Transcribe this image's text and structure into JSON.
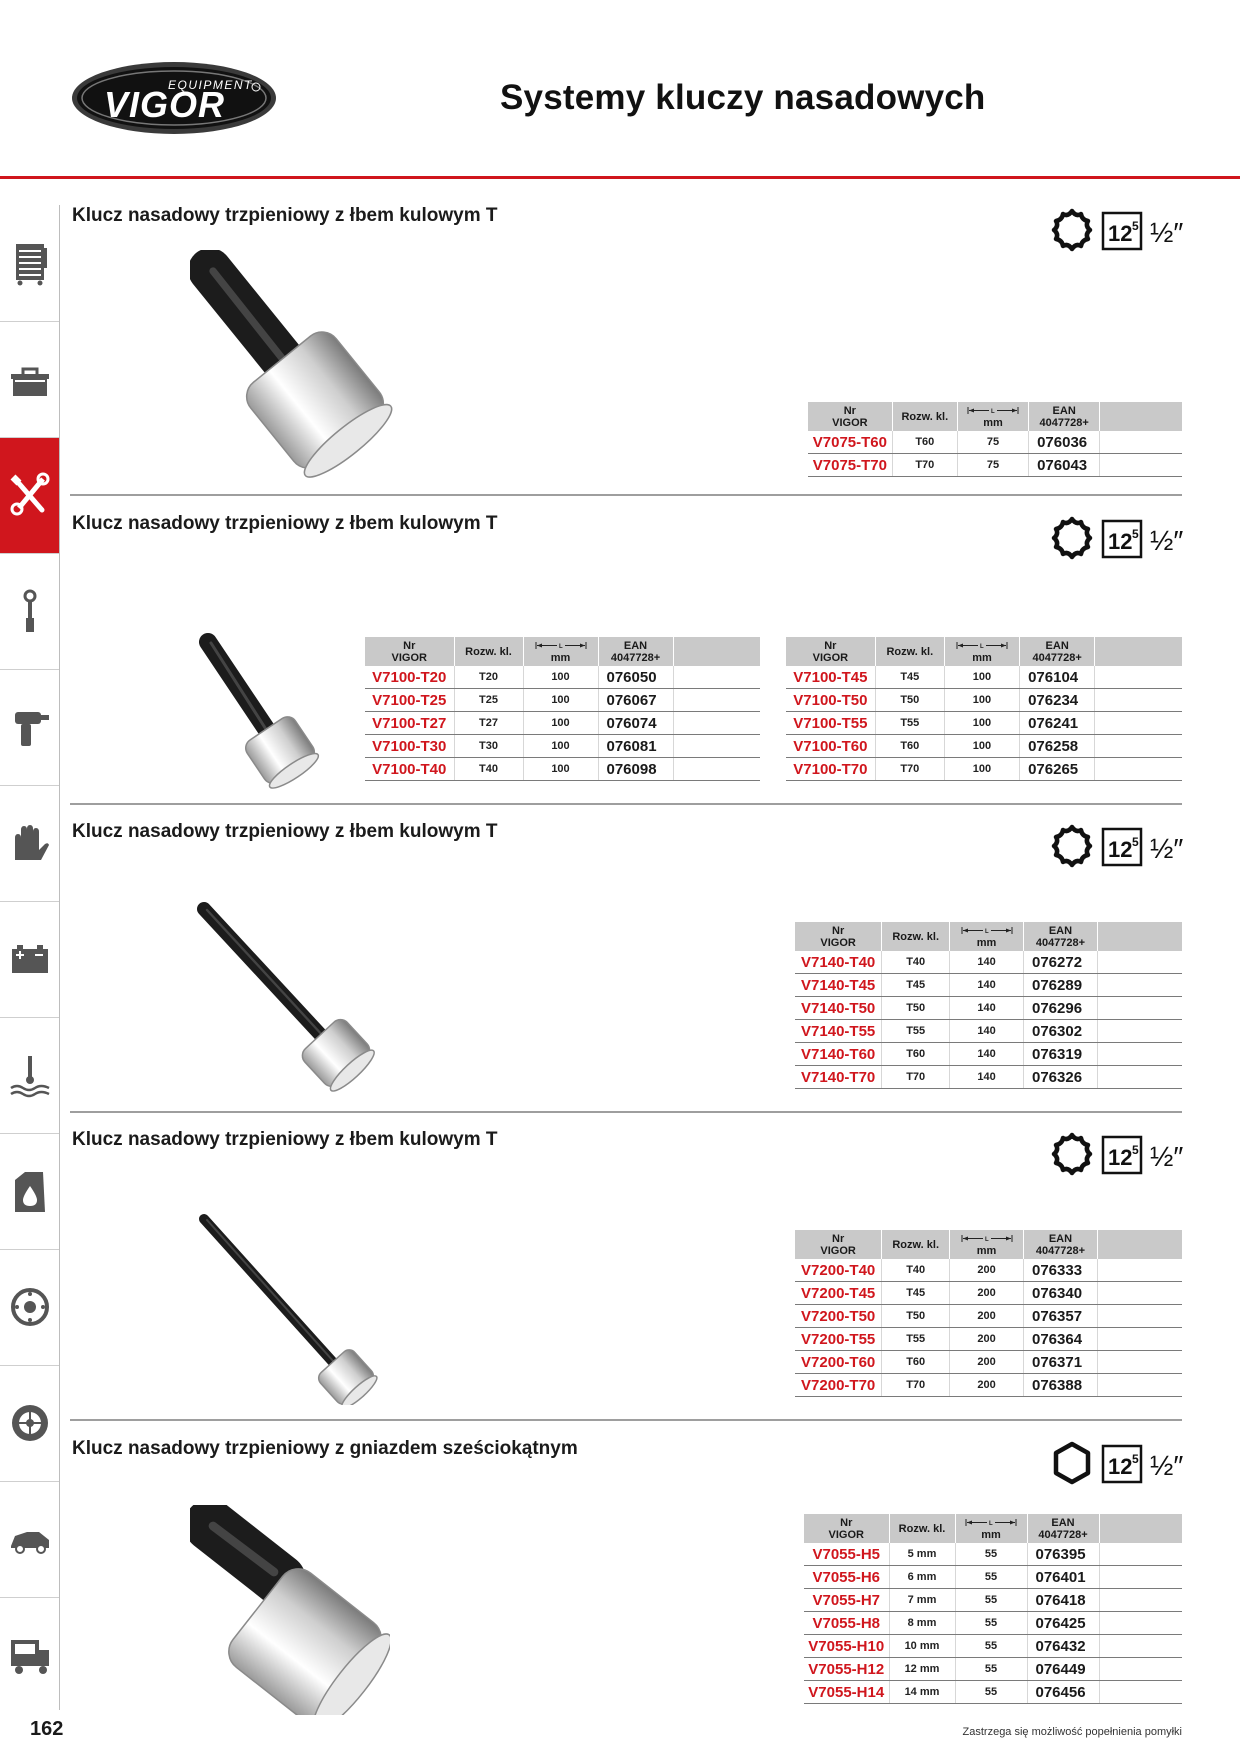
{
  "header": {
    "logo_brand": "VIGOR",
    "logo_sub": "EQUIPMENT",
    "title": "Systemy kluczy nasadowych"
  },
  "table_headers": {
    "nr": "Nr",
    "vigor": "VIGOR",
    "rozw": "Rozw. kl.",
    "mm": "mm",
    "ean": "EAN",
    "ean_prefix": "4047728+"
  },
  "spec": {
    "drive_mm": "12",
    "drive_sup": "5",
    "drive_inch": "½″"
  },
  "sections": [
    {
      "title": "Klucz nasadowy trzpieniowy z łbem kulowym T",
      "head_shape": "torx",
      "tables": [
        {
          "rows": [
            {
              "nr": "V7075-T60",
              "size": "T60",
              "mm": "75",
              "ean": "076036"
            },
            {
              "nr": "V7075-T70",
              "size": "T70",
              "mm": "75",
              "ean": "076043"
            }
          ]
        }
      ]
    },
    {
      "title": "Klucz nasadowy trzpieniowy z łbem kulowym T",
      "head_shape": "torx",
      "tables": [
        {
          "rows": [
            {
              "nr": "V7100-T20",
              "size": "T20",
              "mm": "100",
              "ean": "076050"
            },
            {
              "nr": "V7100-T25",
              "size": "T25",
              "mm": "100",
              "ean": "076067"
            },
            {
              "nr": "V7100-T27",
              "size": "T27",
              "mm": "100",
              "ean": "076074"
            },
            {
              "nr": "V7100-T30",
              "size": "T30",
              "mm": "100",
              "ean": "076081"
            },
            {
              "nr": "V7100-T40",
              "size": "T40",
              "mm": "100",
              "ean": "076098"
            }
          ]
        },
        {
          "rows": [
            {
              "nr": "V7100-T45",
              "size": "T45",
              "mm": "100",
              "ean": "076104"
            },
            {
              "nr": "V7100-T50",
              "size": "T50",
              "mm": "100",
              "ean": "076234"
            },
            {
              "nr": "V7100-T55",
              "size": "T55",
              "mm": "100",
              "ean": "076241"
            },
            {
              "nr": "V7100-T60",
              "size": "T60",
              "mm": "100",
              "ean": "076258"
            },
            {
              "nr": "V7100-T70",
              "size": "T70",
              "mm": "100",
              "ean": "076265"
            }
          ]
        }
      ]
    },
    {
      "title": "Klucz nasadowy trzpieniowy z łbem kulowym T",
      "head_shape": "torx",
      "tables": [
        {
          "rows": [
            {
              "nr": "V7140-T40",
              "size": "T40",
              "mm": "140",
              "ean": "076272"
            },
            {
              "nr": "V7140-T45",
              "size": "T45",
              "mm": "140",
              "ean": "076289"
            },
            {
              "nr": "V7140-T50",
              "size": "T50",
              "mm": "140",
              "ean": "076296"
            },
            {
              "nr": "V7140-T55",
              "size": "T55",
              "mm": "140",
              "ean": "076302"
            },
            {
              "nr": "V7140-T60",
              "size": "T60",
              "mm": "140",
              "ean": "076319"
            },
            {
              "nr": "V7140-T70",
              "size": "T70",
              "mm": "140",
              "ean": "076326"
            }
          ]
        }
      ]
    },
    {
      "title": "Klucz nasadowy trzpieniowy z łbem kulowym T",
      "head_shape": "torx",
      "tables": [
        {
          "rows": [
            {
              "nr": "V7200-T40",
              "size": "T40",
              "mm": "200",
              "ean": "076333"
            },
            {
              "nr": "V7200-T45",
              "size": "T45",
              "mm": "200",
              "ean": "076340"
            },
            {
              "nr": "V7200-T50",
              "size": "T50",
              "mm": "200",
              "ean": "076357"
            },
            {
              "nr": "V7200-T55",
              "size": "T55",
              "mm": "200",
              "ean": "076364"
            },
            {
              "nr": "V7200-T60",
              "size": "T60",
              "mm": "200",
              "ean": "076371"
            },
            {
              "nr": "V7200-T70",
              "size": "T70",
              "mm": "200",
              "ean": "076388"
            }
          ]
        }
      ]
    },
    {
      "title": "Klucz nasadowy trzpieniowy z gniazdem sześciokątnym",
      "head_shape": "hex",
      "tables": [
        {
          "rows": [
            {
              "nr": "V7055-H5",
              "size": "5 mm",
              "mm": "55",
              "ean": "076395"
            },
            {
              "nr": "V7055-H6",
              "size": "6 mm",
              "mm": "55",
              "ean": "076401"
            },
            {
              "nr": "V7055-H7",
              "size": "7 mm",
              "mm": "55",
              "ean": "076418"
            },
            {
              "nr": "V7055-H8",
              "size": "8 mm",
              "mm": "55",
              "ean": "076425"
            },
            {
              "nr": "V7055-H10",
              "size": "10 mm",
              "mm": "55",
              "ean": "076432"
            },
            {
              "nr": "V7055-H12",
              "size": "12 mm",
              "mm": "55",
              "ean": "076449"
            },
            {
              "nr": "V7055-H14",
              "size": "14 mm",
              "mm": "55",
              "ean": "076456"
            }
          ]
        }
      ]
    }
  ],
  "sidebar": {
    "items": [
      {
        "icon": "tool-cabinet-icon"
      },
      {
        "icon": "toolbox-icon"
      },
      {
        "icon": "wrench-screwdriver-icon",
        "active": true
      },
      {
        "icon": "torque-wrench-icon"
      },
      {
        "icon": "impact-wrench-icon"
      },
      {
        "icon": "gloves-icon"
      },
      {
        "icon": "battery-icon"
      },
      {
        "icon": "coolant-temperature-icon"
      },
      {
        "icon": "oil-canister-icon"
      },
      {
        "icon": "brake-disc-icon"
      },
      {
        "icon": "wheel-icon"
      },
      {
        "icon": "car-body-icon"
      },
      {
        "icon": "truck-icon"
      }
    ],
    "accent_color": "#d0161d"
  },
  "footer": {
    "page_number": "162",
    "note": "Zastrzega się możliwość popełnienia pomyłki"
  }
}
